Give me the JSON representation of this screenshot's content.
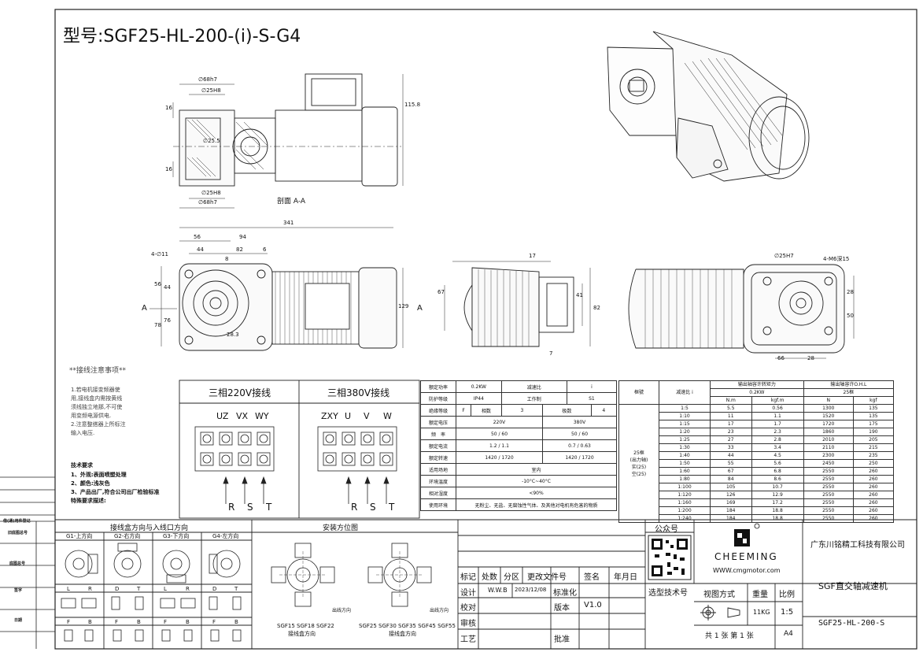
{
  "drawing": {
    "title": "型号:SGF25-HL-200-(i)-S-G4",
    "section_label": "剖面 A-A",
    "arrow_label": "A",
    "dims_section": [
      "∅68h7",
      "∅25H8",
      "∅25.5",
      "∅25H8",
      "∅68h7",
      "16",
      "16",
      "115.8"
    ],
    "dims_front": [
      "341",
      "56",
      "94",
      "44",
      "82",
      "8",
      "6",
      "4-∅11",
      "56",
      "44",
      "78",
      "76",
      "28.3",
      "129"
    ],
    "dims_side": [
      "17",
      "67",
      "41",
      "82",
      "7"
    ],
    "dims_end": [
      "∅25H7",
      "4-M6深15",
      "28",
      "50",
      "66",
      "28"
    ]
  },
  "wiring": {
    "notes_title": "**接线注意事项**",
    "notes": [
      "1.若电机接变频器使",
      "用,接线盒内需按黄线",
      "须线独立地那,不可使",
      "用变频电源供电.",
      "2.注意整搭器上所标注",
      "输入电压."
    ],
    "tech_title": "技术要求",
    "tech": [
      "1、外观:表面喷塑处理",
      "2、颜色:浅灰色",
      "3、产品出厂,符合公司出厂检验标准",
      "特殊要求描述:"
    ],
    "t220_title": "三相220V接线",
    "t380_title": "三相380V接线",
    "t220_terms": [
      "UZ",
      "VX",
      "WY"
    ],
    "t380_terms": [
      "ZXY",
      "U",
      "V",
      "W"
    ],
    "phases": [
      "R",
      "S",
      "T"
    ]
  },
  "spec": {
    "rows": [
      [
        "额定功率",
        "0.2KW",
        "减速比",
        "i"
      ],
      [
        "防护等级",
        "IP44",
        "工作制",
        "S1"
      ],
      [
        "绝缘等级",
        "F",
        "相数",
        "3",
        "极数",
        "4"
      ],
      [
        "额定电压",
        "220V",
        "380V"
      ],
      [
        "频　率",
        "50 / 60",
        "50 / 60"
      ],
      [
        "额定电流",
        "1.2 / 1.1",
        "0.7 / 0.63"
      ],
      [
        "额定转速",
        "1420 / 1720",
        "1420 / 1720"
      ],
      [
        "适用场地",
        "室内"
      ],
      [
        "环境温度",
        "-10°C~40°C"
      ],
      [
        "相对湿度",
        "<90%"
      ],
      [
        "使用环境",
        "无粉尘、无盐、无腐蚀性气体、及其他对电机有危害的物质"
      ]
    ]
  },
  "ratio_table": {
    "h_frame": "框號",
    "h_ratio": "减速比 i",
    "h_torque": "输出轴容许转矩力",
    "h_load": "输出轴容许O.H.L",
    "power": "0.2KW",
    "frame_sub": "25框",
    "units": [
      "N.m",
      "kgf.m",
      "N",
      "kgf"
    ],
    "frame_note": [
      "25框",
      "(出力轴)",
      "实(25)",
      "空(25)"
    ],
    "rows": [
      [
        "1:5",
        "5.5",
        "0.56",
        "1300",
        "135"
      ],
      [
        "1:10",
        "11",
        "1.1",
        "1520",
        "135"
      ],
      [
        "1:15",
        "17",
        "1.7",
        "1720",
        "175"
      ],
      [
        "1:20",
        "23",
        "2.3",
        "1860",
        "190"
      ],
      [
        "1:25",
        "27",
        "2.8",
        "2010",
        "205"
      ],
      [
        "1:30",
        "33",
        "3.4",
        "2110",
        "215"
      ],
      [
        "1:40",
        "44",
        "4.5",
        "2300",
        "235"
      ],
      [
        "1:50",
        "55",
        "5.6",
        "2450",
        "250"
      ],
      [
        "1:60",
        "67",
        "6.8",
        "2550",
        "260"
      ],
      [
        "1:80",
        "84",
        "8.6",
        "2550",
        "260"
      ],
      [
        "1:100",
        "105",
        "10.7",
        "2550",
        "260"
      ],
      [
        "1:120",
        "126",
        "12.9",
        "2550",
        "260"
      ],
      [
        "1:160",
        "169",
        "17.2",
        "2550",
        "260"
      ],
      [
        "1:200",
        "184",
        "18.8",
        "2550",
        "260"
      ],
      [
        "1:240",
        "184",
        "18.8",
        "2550",
        "260"
      ]
    ]
  },
  "left_strip": [
    "借(通)用件登记",
    "旧底图总号",
    "底图总号",
    "签字",
    "日期"
  ],
  "direction": {
    "title": "接线盒方向与入线口方向",
    "cols": [
      "G1-上方向",
      "G2-右方向",
      "G3-下方向",
      "G4-左方向"
    ],
    "lr": [
      "L",
      "R",
      "D",
      "T",
      "L",
      "R",
      "D",
      "T"
    ],
    "fb": [
      "F",
      "B",
      "F",
      "B",
      "F",
      "B",
      "F",
      "B"
    ]
  },
  "install": {
    "title": "安装方位图",
    "left_caption": [
      "SGF15 SGF18 SGF22",
      "接线盒方向"
    ],
    "right_caption": [
      "SGF25 SGF30 SGF35 SGF45 SGF55",
      "接线盒方向"
    ],
    "tag": "出线方向"
  },
  "title_block": {
    "wechat": "公众号",
    "brand": "CHEEMING",
    "website": "WWW.cmgmotor.com",
    "company": "广东川铭精工科技有限公司",
    "rev_headers": [
      "标记",
      "处数",
      "分区",
      "更改文件号",
      "签名",
      "年月日"
    ],
    "design": "设计",
    "designer": "W.W.B",
    "date": "2023/12/08",
    "standard": "标准化",
    "check": "校对",
    "version_label": "版本",
    "version": "V1.0",
    "review": "审核",
    "process": "工艺",
    "approve": "批准",
    "tech_no": "选型技术号",
    "view": "视图方式",
    "weight_label": "重量",
    "weight": "11KG",
    "scale_label": "比例",
    "scale": "1:5",
    "product": "SGF直交轴减速机",
    "model": "SGF25-HL-200-S",
    "sheets": "共 1 张  第 1 张",
    "size": "A4"
  },
  "colors": {
    "line": "#222222",
    "hatch": "#333333",
    "fill": "#f2f2f2"
  }
}
